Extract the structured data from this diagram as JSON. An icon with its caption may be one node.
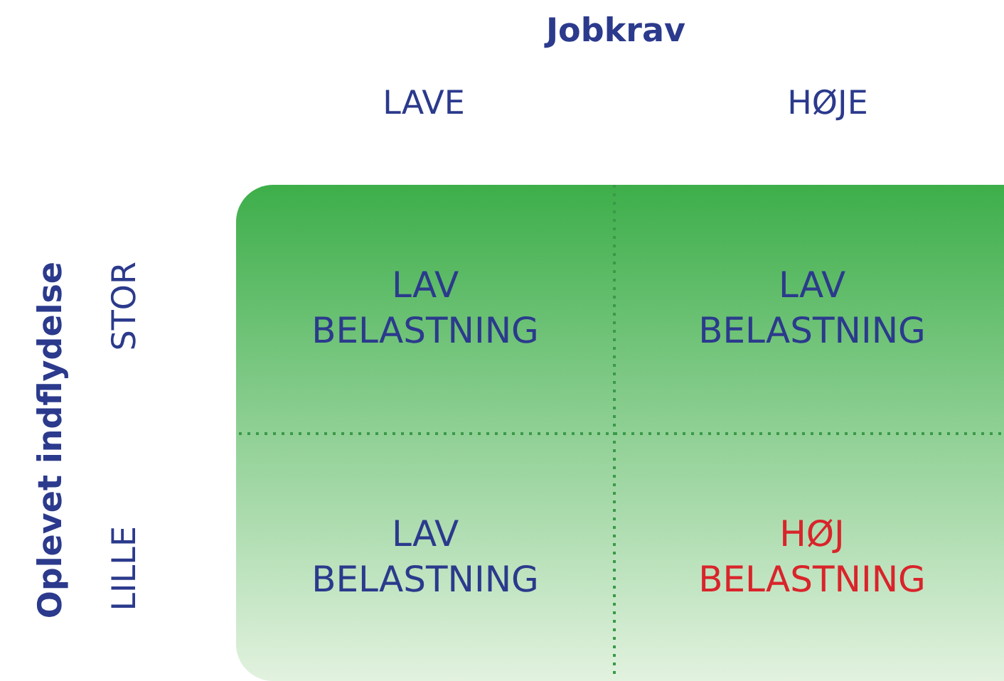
{
  "diagram": {
    "nodes": [
      {
        "text": [
          "LAV BELASTNING"
        ]
      },
      {
        "text": [
          "LAV BELASTNING"
        ]
      },
      {
        "text": [
          "LAV BELASTNING"
        ]
      },
      {
        "text": [
          "HØJ BELASTNING"
        ]
      }
    ],
    "labels": [
      "Jobkrav",
      "LAVE",
      "HØJE",
      "Oplevet indflydelse",
      "STOR",
      "LILLE"
    ]
  }
}
